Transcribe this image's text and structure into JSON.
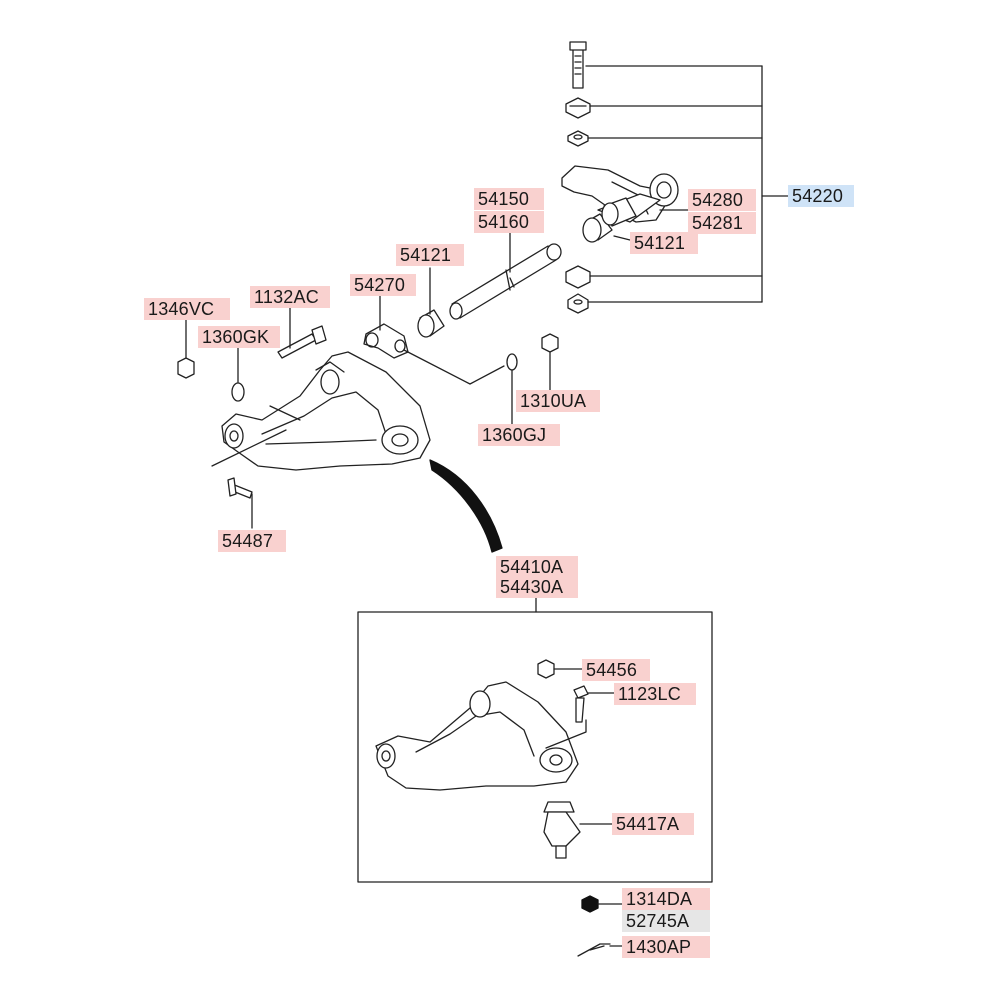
{
  "colors": {
    "label_red": "#f9d1cf",
    "label_blue": "#cfe3f7",
    "label_grey": "#e6e6e6",
    "line": "#222222"
  },
  "labels": {
    "p54220": "54220",
    "p54150": "54150",
    "p54160": "54160",
    "p54280": "54280",
    "p54281": "54281",
    "p54121_right": "54121",
    "p54121_left": "54121",
    "p54270": "54270",
    "p1132AC": "1132AC",
    "p1346VC": "1346VC",
    "p1360GK": "1360GK",
    "p1310UA": "1310UA",
    "p1360GJ": "1360GJ",
    "p54487": "54487",
    "p54410A": "54410A",
    "p54430A": "54430A",
    "p54456": "54456",
    "p1123LC": "1123LC",
    "p54417A": "54417A",
    "p1314DA": "1314DA",
    "p52745A": "52745A",
    "p1430AP": "1430AP"
  }
}
